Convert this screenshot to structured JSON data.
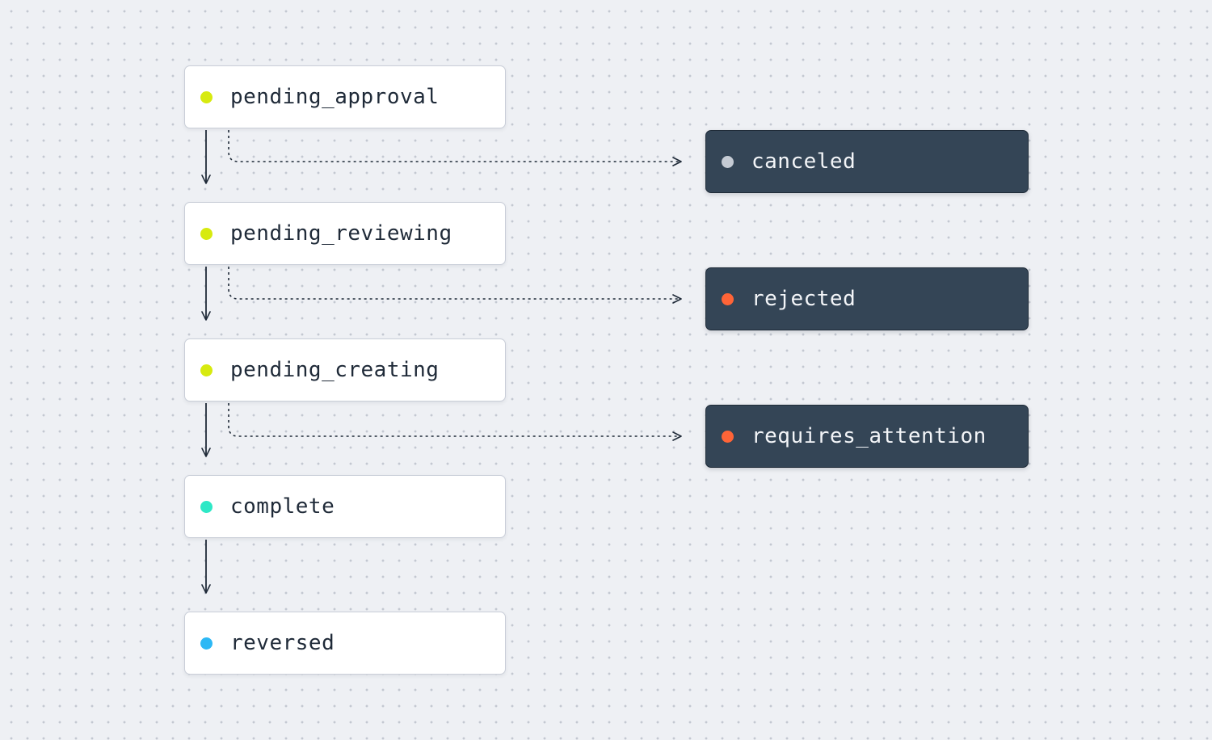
{
  "flow": {
    "states": [
      {
        "label": "pending_approval",
        "color": "#d7ea0f"
      },
      {
        "label": "pending_reviewing",
        "color": "#d7ea0f"
      },
      {
        "label": "pending_creating",
        "color": "#d7ea0f"
      },
      {
        "label": "complete",
        "color": "#2ee8c6"
      },
      {
        "label": "reversed",
        "color": "#2cb8f5"
      }
    ],
    "exits": [
      {
        "label": "canceled",
        "color": "#c5cbd4"
      },
      {
        "label": "rejected",
        "color": "#ff6437"
      },
      {
        "label": "requires_attention",
        "color": "#ff6437"
      }
    ]
  },
  "colors": {
    "background": "#eef0f4",
    "light_node": "#ffffff",
    "dark_node": "#344556",
    "edge": "#1f2a38"
  }
}
